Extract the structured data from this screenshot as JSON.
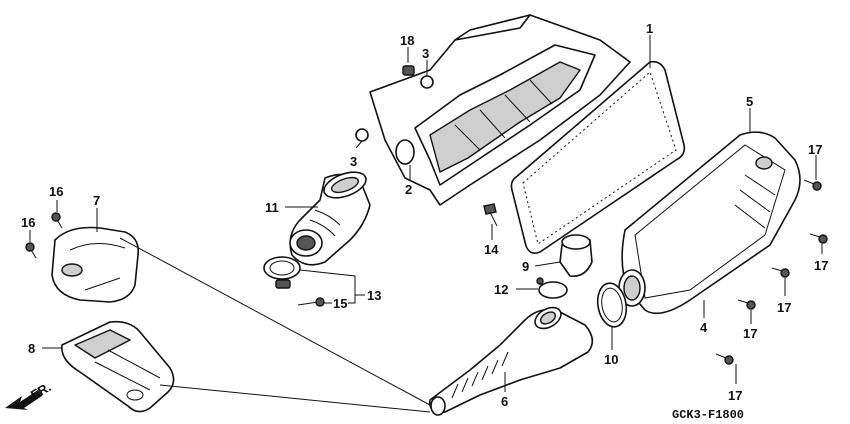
{
  "diagram_code": "GCK3-F1800",
  "direction_label": "FR.",
  "callouts": [
    "1",
    "2",
    "3",
    "3",
    "4",
    "5",
    "6",
    "7",
    "8",
    "9",
    "10",
    "11",
    "12",
    "13",
    "14",
    "15",
    "16",
    "16",
    "17",
    "17",
    "17",
    "17",
    "17",
    "18"
  ]
}
